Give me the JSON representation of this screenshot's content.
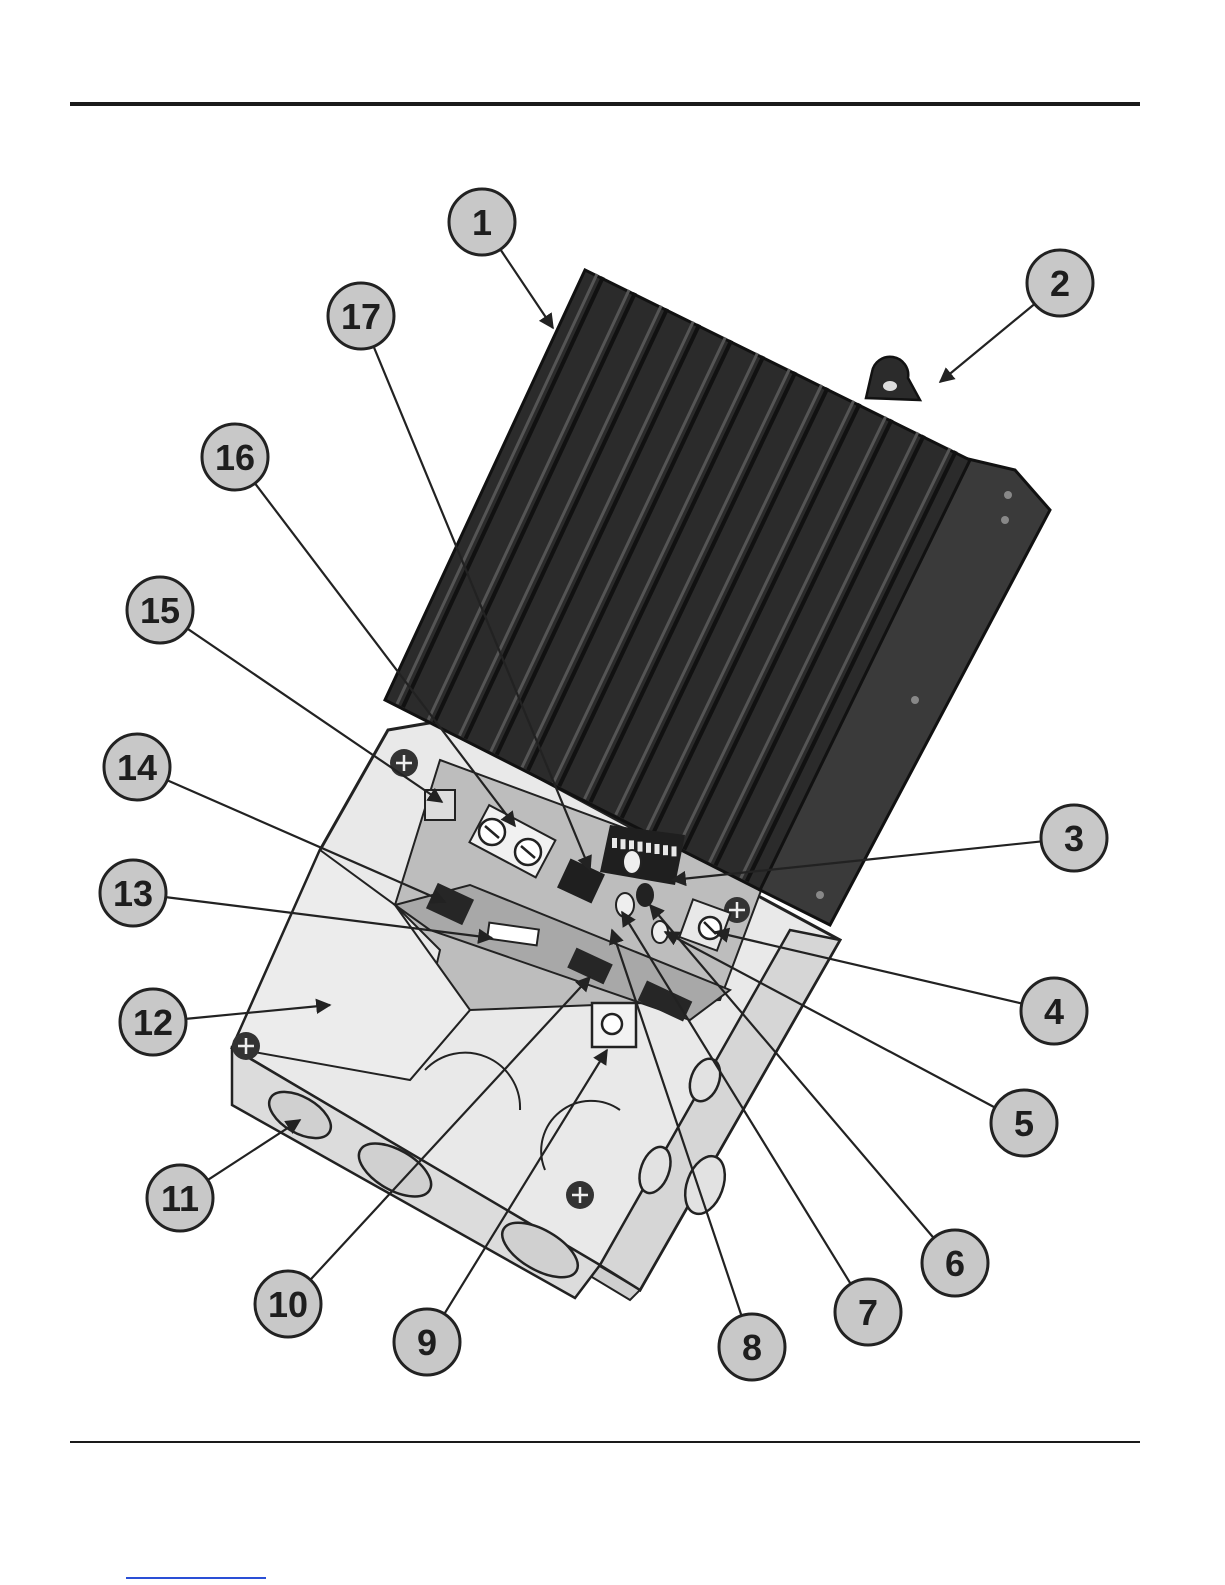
{
  "figure": {
    "callouts": [
      {
        "label": "1"
      },
      {
        "label": "2"
      },
      {
        "label": "3"
      },
      {
        "label": "4"
      },
      {
        "label": "5"
      },
      {
        "label": "6"
      },
      {
        "label": "7"
      },
      {
        "label": "8"
      },
      {
        "label": "9"
      },
      {
        "label": "10"
      },
      {
        "label": "11"
      },
      {
        "label": "12"
      },
      {
        "label": "13"
      },
      {
        "label": "14"
      },
      {
        "label": "15"
      },
      {
        "label": "16"
      },
      {
        "label": "17"
      }
    ],
    "colors": {
      "heatsink": "#2b2b2b",
      "heatsink_fin_edge": "#555555",
      "enclosure": "#e6e6e6",
      "enclosure_shadow": "#c9c9c9",
      "callout_fill": "#c8c8c8",
      "callout_stroke": "#222222"
    }
  }
}
